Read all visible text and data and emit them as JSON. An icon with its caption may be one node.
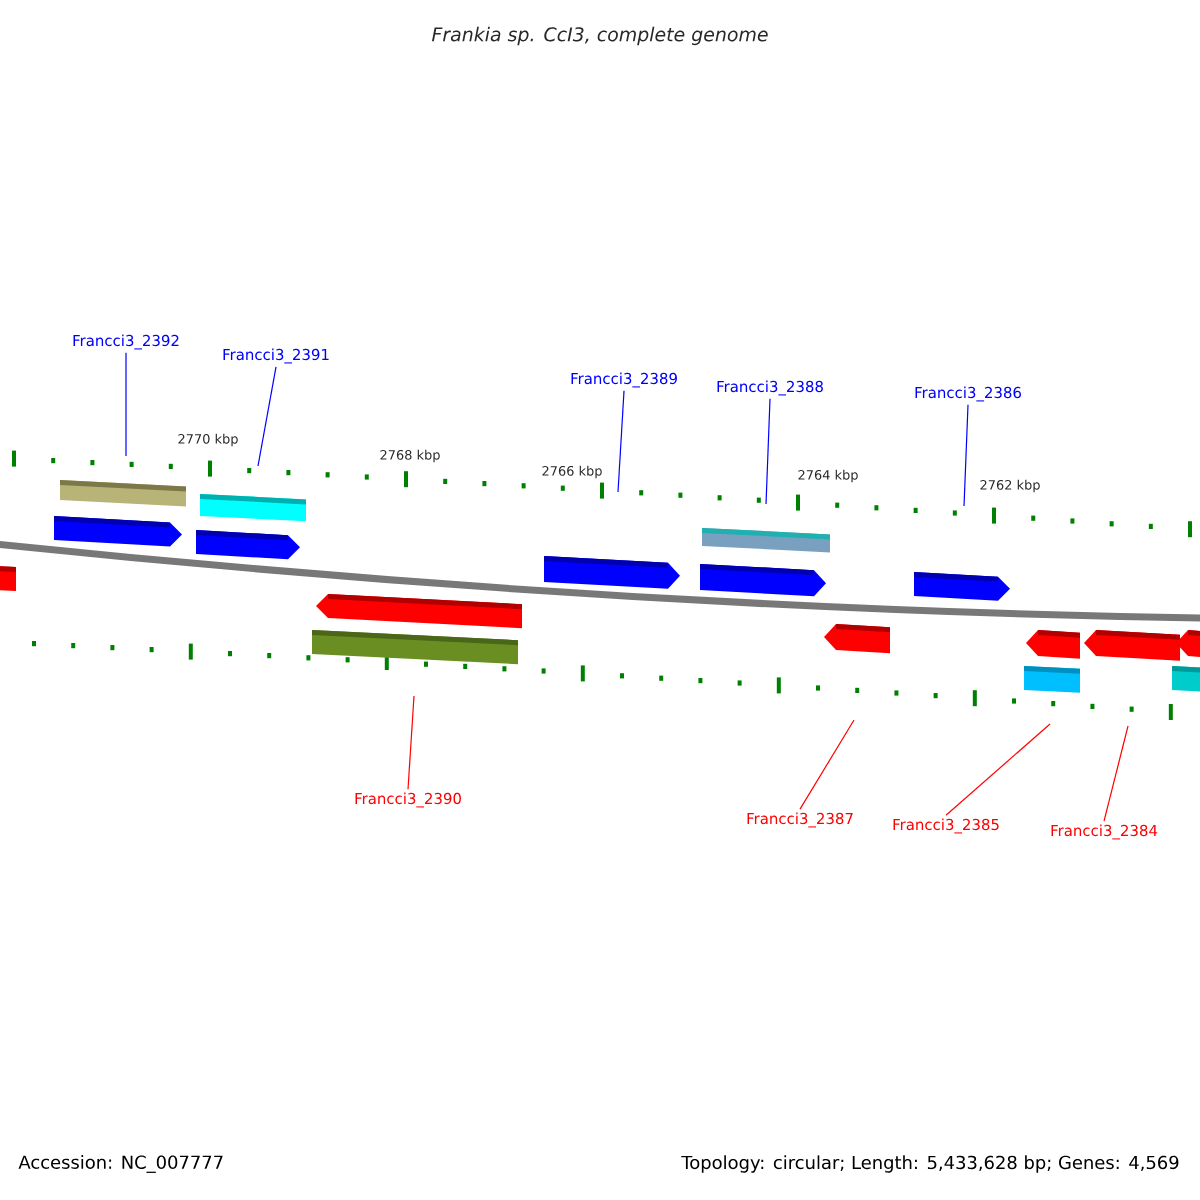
{
  "diagram": {
    "title": "Frankia sp. CcI3, complete genome",
    "nodes": [
      {
        "text": [
          "Francci3_2392"
        ]
      },
      {
        "text": [
          "Francci3_2391"
        ]
      },
      {
        "text": [
          "Francci3_2389"
        ]
      },
      {
        "text": [
          "Francci3_2388"
        ]
      },
      {
        "text": [
          "Francci3_2386"
        ]
      },
      {
        "text": [
          "Francci3_2390"
        ]
      },
      {
        "text": [
          "Francci3_2387"
        ]
      },
      {
        "text": [
          "Francci3_2385"
        ]
      },
      {
        "text": [
          "Francci3_2384"
        ]
      }
    ],
    "edges": [
      {
        "from": 0,
        "to": null,
        "arrow": "none",
        "color": "#0000ff"
      },
      {
        "from": 1,
        "to": null,
        "arrow": "none",
        "color": "#0000ff"
      },
      {
        "from": 2,
        "to": null,
        "arrow": "none",
        "color": "#0000ff"
      },
      {
        "from": 3,
        "to": null,
        "arrow": "none",
        "color": "#0000ff"
      },
      {
        "from": 4,
        "to": null,
        "arrow": "none",
        "color": "#0000ff"
      },
      {
        "from": 5,
        "to": null,
        "arrow": "none",
        "color": "#ff0000"
      },
      {
        "from": 6,
        "to": null,
        "arrow": "none",
        "color": "#ff0000"
      },
      {
        "from": 7,
        "to": null,
        "arrow": "none",
        "color": "#ff0000"
      },
      {
        "from": 8,
        "to": null,
        "arrow": "none",
        "color": "#ff0000"
      }
    ],
    "labels": [
      "2770 kbp",
      "2768 kbp",
      "2766 kbp",
      "2764 kbp",
      "2762 kbp",
      "Accession: NC_007777",
      "Topology: circular; Length: 5,433,628 bp; Genes: 4,569"
    ]
  }
}
